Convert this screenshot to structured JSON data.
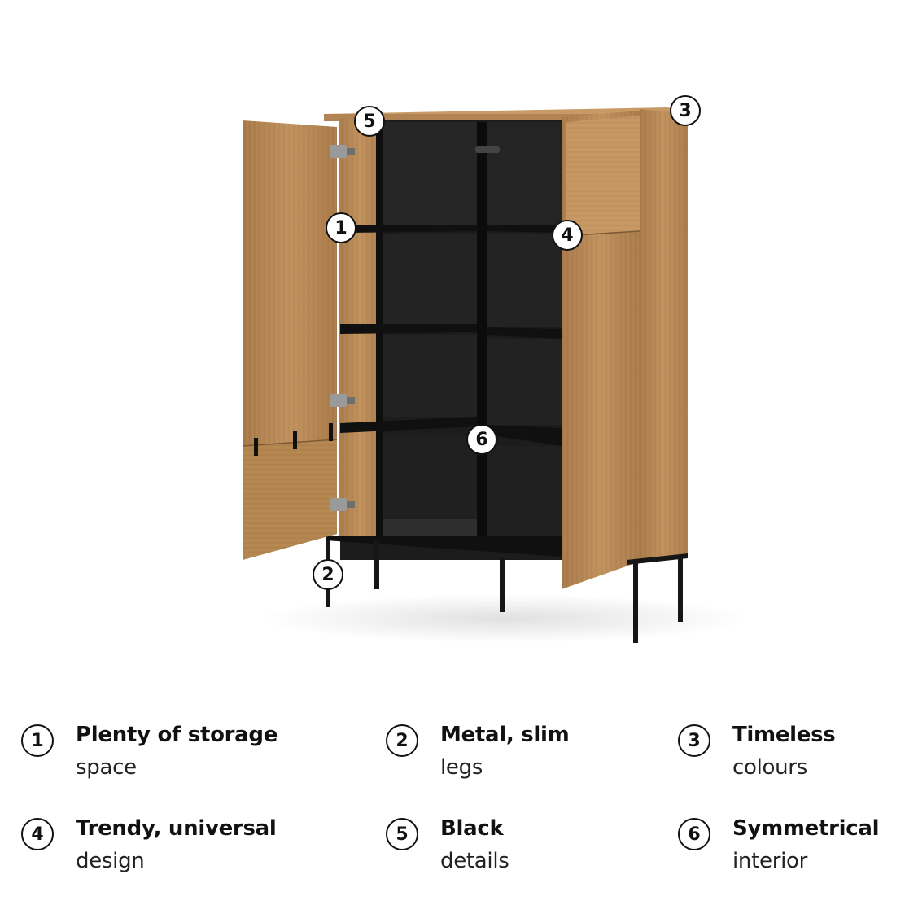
{
  "callouts": [
    {
      "id": 1,
      "label": "1"
    },
    {
      "id": 2,
      "label": "2"
    },
    {
      "id": 3,
      "label": "3"
    },
    {
      "id": 4,
      "label": "4"
    },
    {
      "id": 5,
      "label": "5"
    },
    {
      "id": 6,
      "label": "6"
    }
  ],
  "features": [
    {
      "number": "1",
      "title": "Plenty of storage",
      "subtitle": "space"
    },
    {
      "number": "2",
      "title": "Metal, slim",
      "subtitle": "legs"
    },
    {
      "number": "3",
      "title": "Timeless",
      "subtitle": "colours"
    },
    {
      "number": "4",
      "title": "Trendy, universal",
      "subtitle": "design"
    },
    {
      "number": "5",
      "title": "Black",
      "subtitle": "details"
    },
    {
      "number": "6",
      "title": "Symmetrical",
      "subtitle": "interior"
    }
  ],
  "colors": {
    "oak": "#b98a57",
    "oak_dark": "#9c7044",
    "interior": "#1b1b1b",
    "legs": "#151515",
    "text": "#111111",
    "background": "#ffffff"
  }
}
